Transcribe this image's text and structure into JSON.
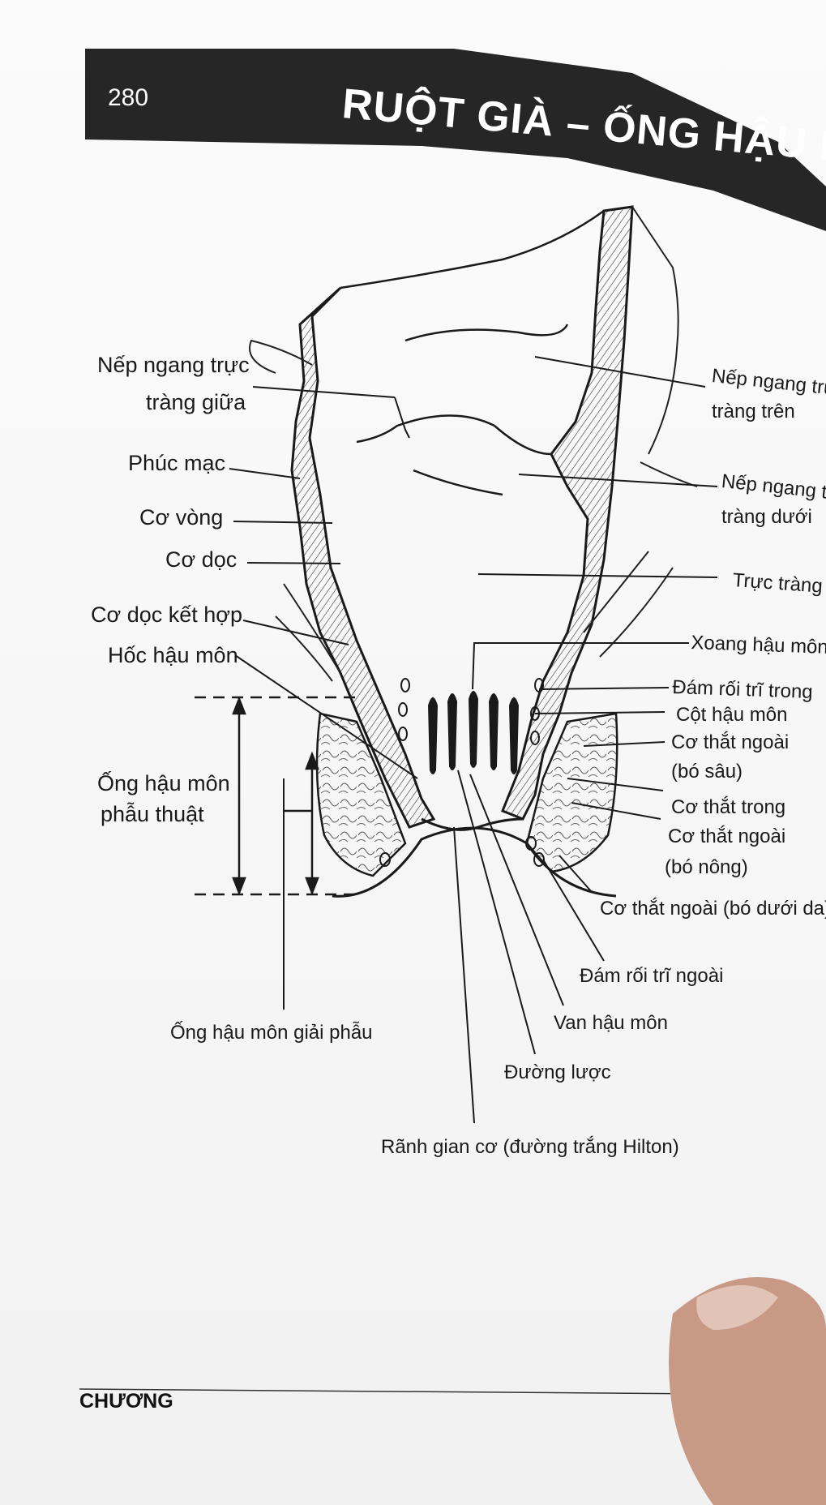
{
  "header": {
    "page_number": "280",
    "title": "RUỘT GIÀ –  ỐNG HẬU MÔN"
  },
  "labels": {
    "left": {
      "nep_ngang_giua_1": "Nếp ngang trực",
      "nep_ngang_giua_2": "tràng giữa",
      "phuc_mac": "Phúc mạc",
      "co_vong": "Cơ vòng",
      "co_doc": "Cơ dọc",
      "co_doc_ket_hop": "Cơ dọc kết hợp",
      "hoc_hau_mon": "Hốc hậu môn",
      "ong_phau_thuat_1": "Ống hậu môn",
      "ong_phau_thuat_2": "phẫu thuật"
    },
    "right": {
      "nep_ngang_tren_1": "Nếp ngang trực",
      "nep_ngang_tren_2": "tràng trên",
      "nep_ngang_duoi_1": "Nếp ngang trực",
      "nep_ngang_duoi_2": "tràng dưới",
      "truc_trang": "Trực tràng",
      "xoang_hau_mon": "Xoang hậu môn",
      "dam_roi_tri_trong": "Đám rối trĩ trong",
      "cot_hau_mon": "Cột hậu môn",
      "co_that_ngoai_sau_1": "Cơ thắt ngoài",
      "co_that_ngoai_sau_2": "(bó sâu)",
      "co_that_trong": "Cơ thắt trong",
      "co_that_ngoai_nong_1": "Cơ thắt ngoài",
      "co_that_ngoai_nong_2": "(bó nông)",
      "co_that_ngoai_duoi_da": "Cơ thắt ngoài (bó dưới da)"
    },
    "bottom": {
      "dam_roi_tri_ngoai": "Đám rối trĩ ngoài",
      "van_hau_mon": "Van hậu môn",
      "ong_giai_phau": "Ống hậu môn giải phẫu",
      "duong_luoc": "Đường lược",
      "ranh_gian_co": "Rãnh gian cơ (đường trắng Hilton)"
    }
  },
  "footer": {
    "chapter_label": "CHƯƠNG"
  },
  "colors": {
    "header_band": "#262626",
    "ink": "#1a1a1a"
  }
}
